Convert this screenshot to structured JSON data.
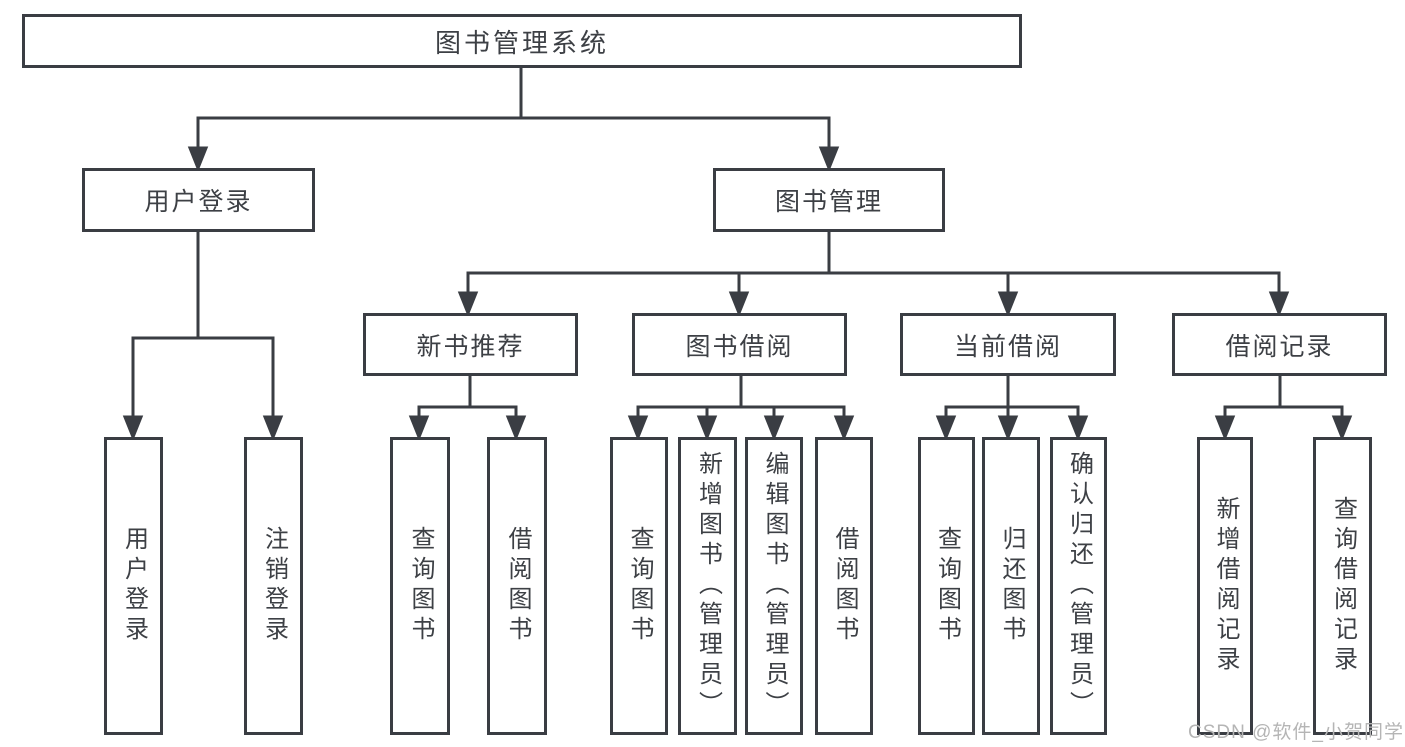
{
  "diagram": {
    "title": "图书管理系统",
    "branches": [
      {
        "label": "用户登录",
        "leaves": [
          "用户登录",
          "注销登录"
        ]
      },
      {
        "label": "图书管理",
        "groups": [
          {
            "label": "新书推荐",
            "leaves": [
              "查询图书",
              "借阅图书"
            ]
          },
          {
            "label": "图书借阅",
            "leaves": [
              "查询图书",
              "新增图书（管理员）",
              "编辑图书（管理员）",
              "借阅图书"
            ]
          },
          {
            "label": "当前借阅",
            "leaves": [
              "查询图书",
              "归还图书",
              "确认归还（管理员）"
            ]
          },
          {
            "label": "借阅记录",
            "leaves": [
              "新增借阅记录",
              "查询借阅记录"
            ]
          }
        ]
      }
    ]
  },
  "watermark": {
    "text": "CSDN @软件_小贺同学"
  },
  "colors": {
    "line": "#3a3d43",
    "text": "#3d4045",
    "watermark": "#b5b5b5",
    "background": "#ffffff"
  }
}
